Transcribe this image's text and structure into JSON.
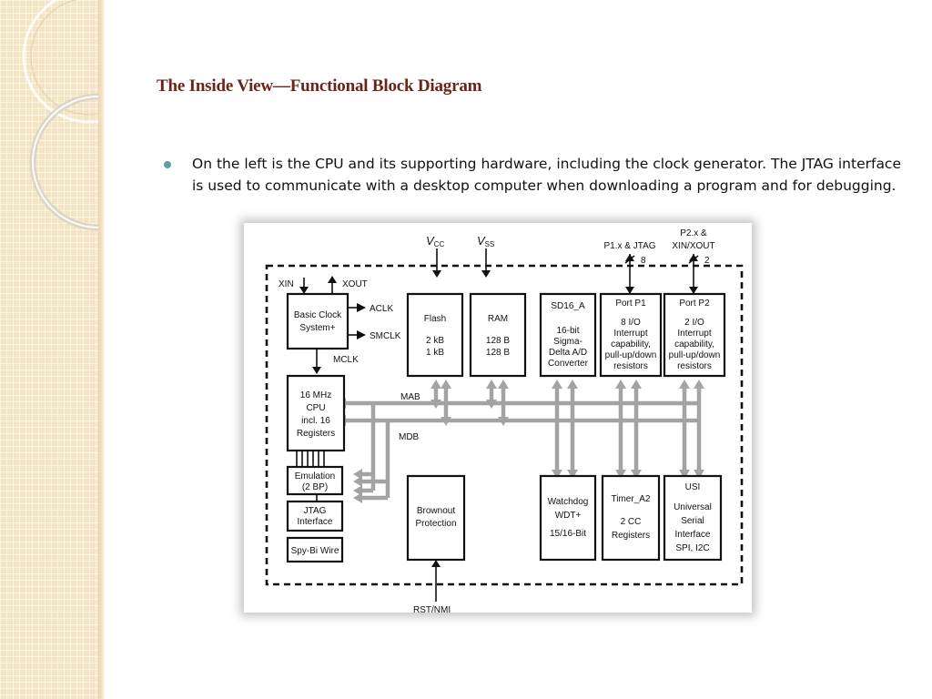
{
  "slide": {
    "title": "The Inside View—Functional Block Diagram",
    "bullet": "On the left is the CPU and its supporting hardware, including the clock generator. The JTAG interface is used to communicate with a desktop computer when downloading a program and for debugging."
  },
  "diagram": {
    "power": {
      "vcc": "V",
      "vcc_sub": "CC",
      "vss": "V",
      "vss_sub": "SS"
    },
    "pins": {
      "p1": "P1.x & JTAG",
      "p1_count": "8",
      "p2_line1": "P2.x &",
      "p2_line2": "XIN/XOUT",
      "p2_count": "2",
      "xin": "XIN",
      "xout": "XOUT",
      "aclk": "ACLK",
      "smclk": "SMCLK",
      "mclk": "MCLK",
      "mab": "MAB",
      "mdb": "MDB",
      "rst": "RST/NMI"
    },
    "blocks": {
      "clock": [
        "Basic Clock",
        "System+"
      ],
      "cpu": [
        "16 MHz",
        "CPU",
        "incl. 16",
        "Registers"
      ],
      "emulation": [
        "Emulation",
        "(2 BP)"
      ],
      "jtag": [
        "JTAG",
        "Interface"
      ],
      "spybi": [
        "Spy-Bi Wire"
      ],
      "flash": [
        "Flash",
        "2 kB",
        "1 kB"
      ],
      "ram": [
        "RAM",
        "128 B",
        "128 B"
      ],
      "sd16": [
        "SD16_A",
        "16-bit",
        "Sigma-",
        "Delta A/D",
        "Converter"
      ],
      "port1": [
        "Port P1",
        "8 I/O",
        "Interrupt",
        "capability,",
        "pull-up/down",
        "resistors"
      ],
      "port2": [
        "Port P2",
        "2 I/O",
        "Interrupt",
        "capability,",
        "pull-up/down",
        "resistors"
      ],
      "brownout": [
        "Brownout",
        "Protection"
      ],
      "watchdog": [
        "Watchdog",
        "WDT+",
        "15/16-Bit"
      ],
      "timer": [
        "Timer_A2",
        "2 CC",
        "Registers"
      ],
      "usi": [
        "USI",
        "Universal",
        "Serial",
        "Interface",
        "SPI, I2C"
      ]
    }
  }
}
